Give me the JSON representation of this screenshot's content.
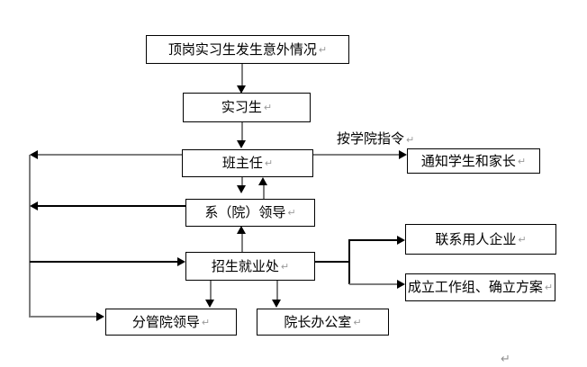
{
  "diagram": {
    "return_mark": "↵",
    "edge_label": "按学院指令",
    "nodes": {
      "accident": {
        "label": "顶岗实习生发生意外情况"
      },
      "intern": {
        "label": "实习生"
      },
      "head_teacher": {
        "label": "班主任"
      },
      "dept_leaders": {
        "label": "系（院）领导"
      },
      "admissions": {
        "label": "招生就业处"
      },
      "vice_president": {
        "label": "分管院领导"
      },
      "dean_office": {
        "label": "院长办公室"
      },
      "notify_parents": {
        "label": "通知学生和家长"
      },
      "contact_employer": {
        "label": "联系用人企业"
      },
      "workgroup_plan": {
        "label": "成立工作组、确立方案"
      }
    },
    "edges": [
      {
        "from": "accident",
        "to": "intern",
        "direction": "down"
      },
      {
        "from": "intern",
        "to": "head_teacher",
        "direction": "down"
      },
      {
        "from": "head_teacher",
        "to": "dept_leaders",
        "direction": "down"
      },
      {
        "from": "dept_leaders",
        "to": "head_teacher",
        "direction": "up"
      },
      {
        "from": "admissions",
        "to": "dept_leaders",
        "direction": "up"
      },
      {
        "from": "head_teacher",
        "to": "notify_parents",
        "direction": "right",
        "label": "按学院指令"
      },
      {
        "from": "head_teacher",
        "to": "left-connector",
        "direction": "left"
      },
      {
        "from": "dept_leaders",
        "to": "left-connector",
        "direction": "left"
      },
      {
        "from": "left-connector",
        "to": "admissions",
        "direction": "right"
      },
      {
        "from": "left-connector",
        "to": "vice_president",
        "direction": "right"
      },
      {
        "from": "admissions",
        "to": "vice_president",
        "direction": "down"
      },
      {
        "from": "admissions",
        "to": "dean_office",
        "direction": "down"
      },
      {
        "from": "admissions",
        "to": "contact_employer",
        "direction": "right"
      },
      {
        "from": "admissions",
        "to": "workgroup_plan",
        "direction": "right"
      }
    ],
    "colors": {
      "background": "#ffffff",
      "box_border": "#000000",
      "text": "#000000",
      "line_gray": "#7d7d7d",
      "line_black": "#000000",
      "return_mark_gray": "#9a9a9a"
    }
  }
}
